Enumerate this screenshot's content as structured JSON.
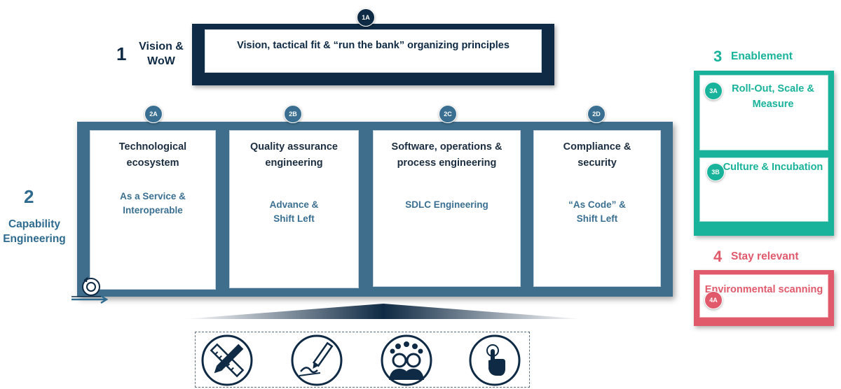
{
  "section1": {
    "number": "1",
    "title": "Vision & WoW",
    "badge": "1A",
    "box_text": "Vision, tactical fit & “run the bank” organizing principles",
    "color": "#0f2a44"
  },
  "section2": {
    "number": "2",
    "title": "Capability Engineering",
    "color": "#3e6e8c",
    "cards": [
      {
        "badge": "2A",
        "title": "Technological ecosystem",
        "subtitle": "As a Service & Interoperable"
      },
      {
        "badge": "2B",
        "title": "Quality assurance engineering",
        "subtitle": "Advance & Shift Left"
      },
      {
        "badge": "2C",
        "title": "Software, operations & process engineering",
        "subtitle": "SDLC Engineering"
      },
      {
        "badge": "2D",
        "title": "Compliance & security",
        "subtitle": "“As Code” & Shift Left"
      }
    ],
    "cycle_icon": "cycle-arrow-icon",
    "tool_icons": [
      "ruler-pencil-icon",
      "pen-sign-icon",
      "team-icon",
      "touch-icon"
    ]
  },
  "section3": {
    "number": "3",
    "title": "Enablement",
    "color": "#18b39a",
    "cards": [
      {
        "badge": "3A",
        "text": "Roll-Out, Scale & Measure"
      },
      {
        "badge": "3B",
        "text": "Culture & Incubation"
      }
    ]
  },
  "section4": {
    "number": "4",
    "title": "Stay relevant",
    "color": "#e05a6c",
    "cards": [
      {
        "badge": "4A",
        "text": "Environmental scanning"
      }
    ]
  }
}
